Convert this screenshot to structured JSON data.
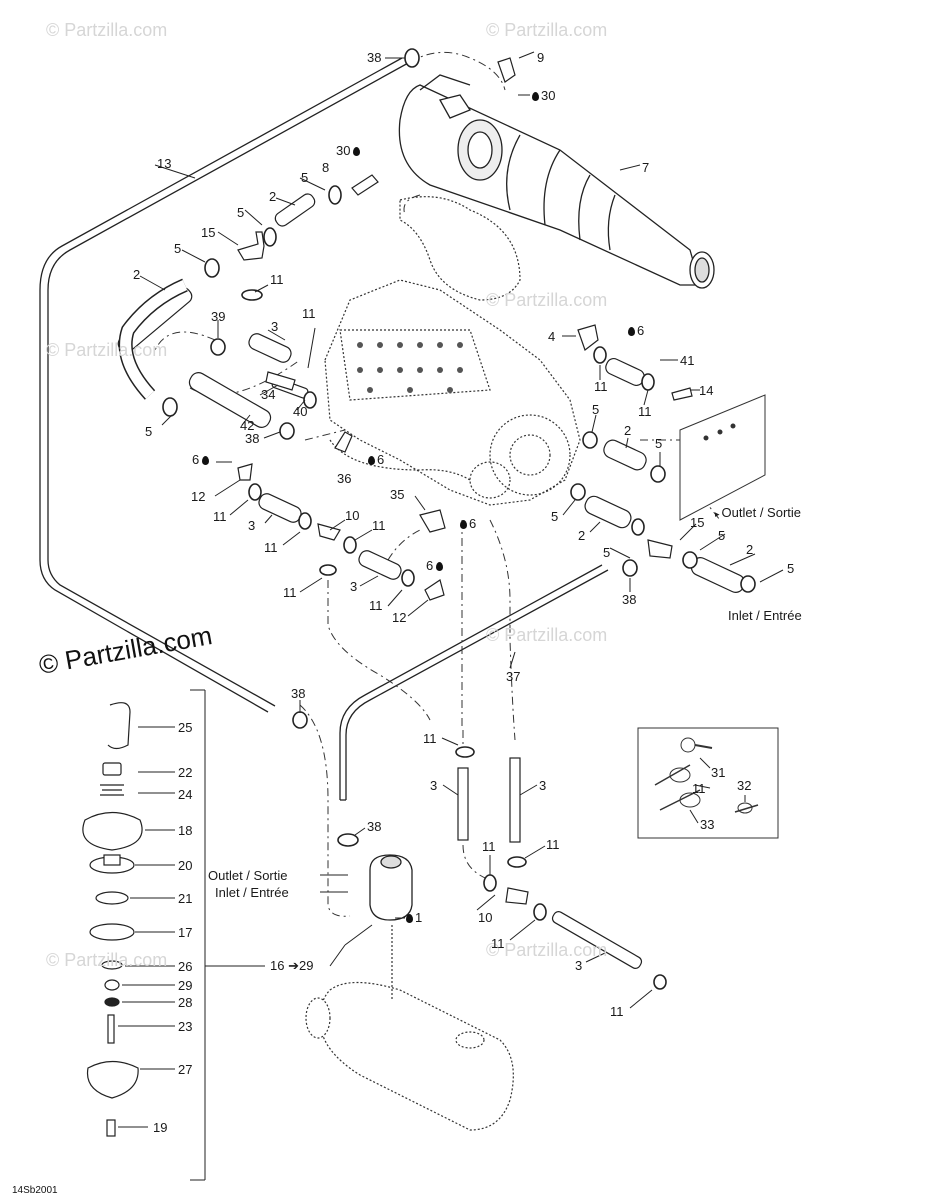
{
  "diagram": {
    "code": "14Sb2001",
    "watermark_small": "© Partzilla.com",
    "watermark_main": "© Partzilla.com",
    "port_labels": {
      "outlet_right": "Outlet / Sortie",
      "inlet_right": "Inlet / Entrée",
      "outlet_tank": "Outlet / Sortie",
      "inlet_tank": "Inlet / Entrée",
      "group_ref": "16 ➔29"
    },
    "callouts": [
      "1",
      "2",
      "3",
      "4",
      "5",
      "6",
      "7",
      "8",
      "9",
      "10",
      "11",
      "12",
      "13",
      "14",
      "15",
      "16",
      "17",
      "18",
      "19",
      "20",
      "21",
      "22",
      "23",
      "24",
      "25",
      "26",
      "27",
      "28",
      "29",
      "30",
      "31",
      "32",
      "33",
      "34",
      "35",
      "36",
      "37",
      "38",
      "39",
      "40",
      "41",
      "42"
    ]
  }
}
